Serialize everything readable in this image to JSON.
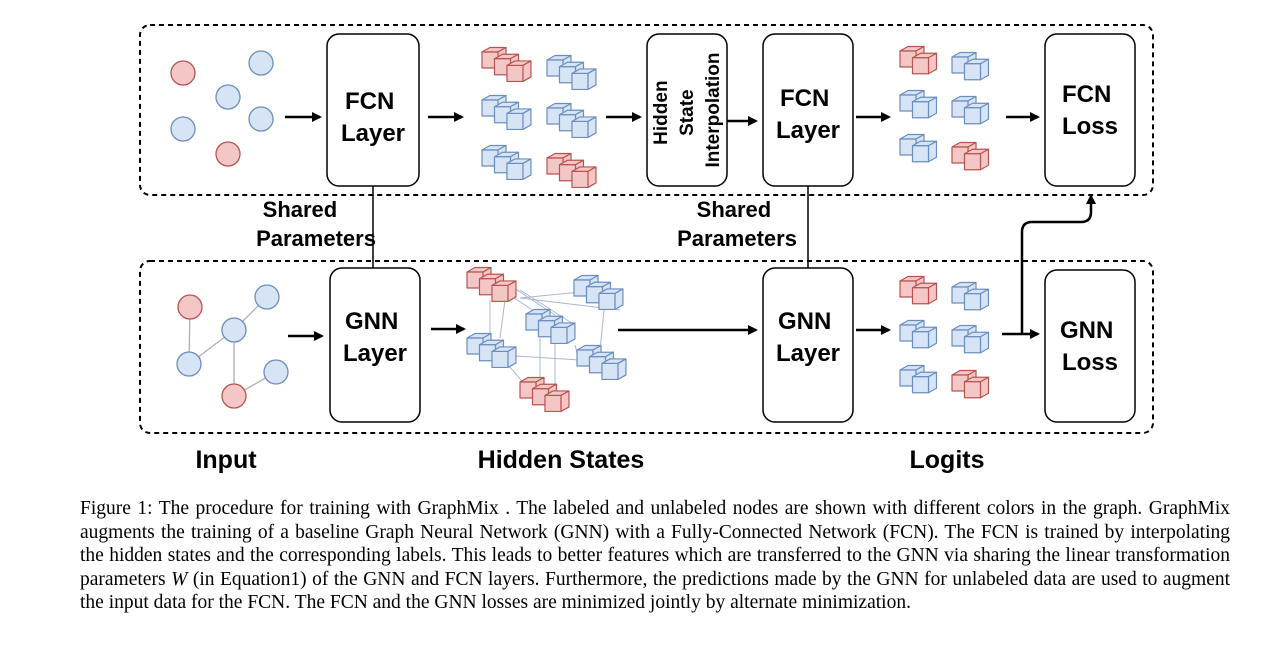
{
  "diagram": {
    "fcn_layer_1": [
      "FCN",
      "Layer"
    ],
    "hidden_state_interpolation": [
      "Hidden",
      "State",
      "Interpolation"
    ],
    "fcn_layer_2": [
      "FCN",
      "Layer"
    ],
    "fcn_loss": [
      "FCN",
      "Loss"
    ],
    "gnn_layer_1": [
      "GNN",
      "Layer"
    ],
    "gnn_layer_2": [
      "GNN",
      "Layer"
    ],
    "gnn_loss": [
      "GNN",
      "Loss"
    ],
    "shared_parameters_1": [
      "Shared",
      "Parameters"
    ],
    "shared_parameters_2": [
      "Shared",
      "Parameters"
    ],
    "bottom_labels": {
      "input": "Input",
      "hidden_states": "Hidden States",
      "logits": "Logits"
    },
    "colors": {
      "labeled_node": "#f4c7c7",
      "labeled_node_stroke": "#b85450",
      "unlabeled_node": "#d6e4f5",
      "unlabeled_node_stroke": "#6c8ebf"
    }
  },
  "caption": {
    "figure_label": "Figure 1:",
    "part1": "The procedure for training with GraphMix . The labeled and unlabeled nodes are shown with different colors in the graph. GraphMix augments the training of a baseline Graph Neural Network (GNN) with a Fully-Connected Network (FCN). The FCN is trained by interpolating the hidden states and the corresponding labels. This leads to better features which are transferred to the GNN via sharing the linear transformation parameters",
    "symbol": "W",
    "part2": "(in Equation1) of the GNN and FCN layers. Furthermore, the predictions made by the GNN for unlabeled data are used to augment the input data for the FCN. The FCN and the GNN losses are minimized jointly by alternate minimization."
  }
}
